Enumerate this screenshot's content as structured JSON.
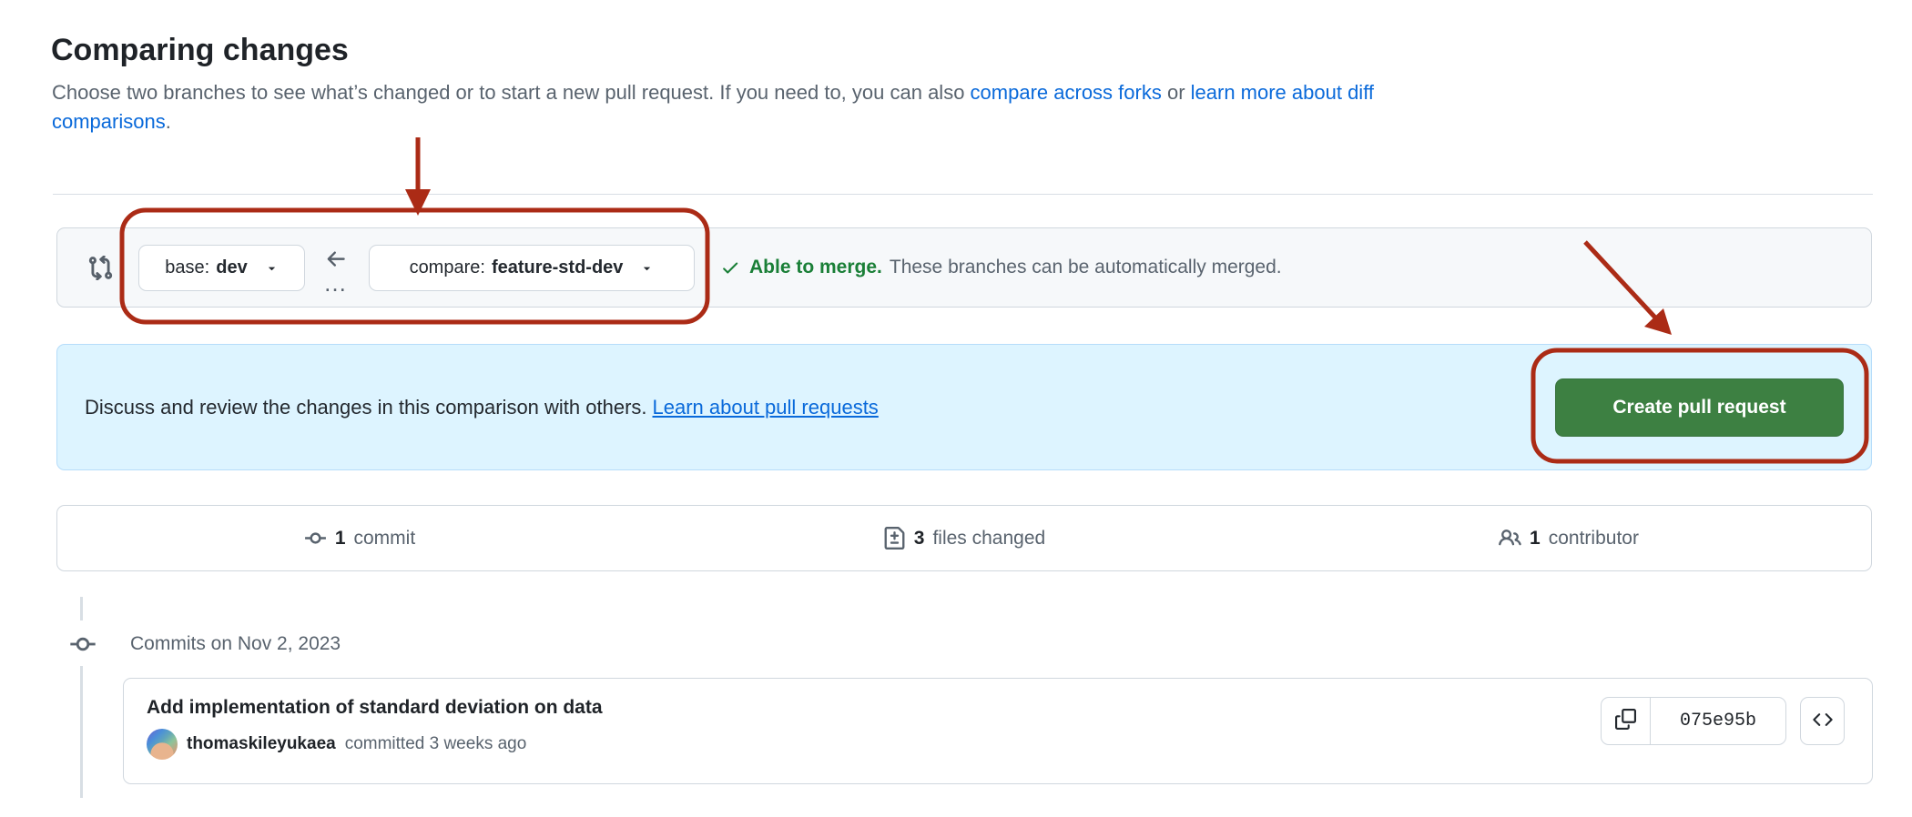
{
  "page": {
    "title": "Comparing changes"
  },
  "intro": {
    "line1": [
      {
        "text": "Choose two branches to see what’s changed or to start a new pull request. If you need to, you can also "
      },
      {
        "text": "compare across forks",
        "link": true
      },
      {
        "text": " or "
      },
      {
        "text": "learn more about diff",
        "link": true
      }
    ],
    "line2": [
      {
        "text": "comparisons",
        "link": true
      },
      {
        "text": "."
      }
    ]
  },
  "branch_bar": {
    "base_label": "base:",
    "base_value": "dev",
    "compare_label": "compare:",
    "compare_value": "feature-std-dev",
    "range_dots": "…",
    "merge_status_bold": "Able to merge.",
    "merge_status_rest": "These branches can be automatically merged."
  },
  "pr_banner": {
    "text": "Discuss and review the changes in this comparison with others.",
    "link_label": "Learn about pull requests",
    "button_label": "Create pull request"
  },
  "stats": {
    "items": [
      {
        "count": "1",
        "label": "commit",
        "icon": "commit-icon"
      },
      {
        "count": "3",
        "label": "files changed",
        "icon": "file-diff-icon"
      },
      {
        "count": "1",
        "label": "contributor",
        "icon": "people-icon"
      }
    ]
  },
  "commits": {
    "heading": "Commits on Nov 2, 2023",
    "items": [
      {
        "title": "Add implementation of standard deviation on data",
        "author": "thomaskileyukaea",
        "meta": "committed 3 weeks ago",
        "sha": "075e95b"
      }
    ]
  },
  "colors": {
    "annotation_red": "#ab2b16",
    "button_green": "#3d8042",
    "link_blue": "#0969da",
    "success_green": "#1a7f37",
    "banner_bg": "#ddf4ff",
    "banner_border": "#b6dcfa",
    "border_gray": "#d0d7de",
    "text_dark": "#1f2328",
    "text_muted": "#59636e",
    "bar_bg": "#f6f8fa"
  }
}
